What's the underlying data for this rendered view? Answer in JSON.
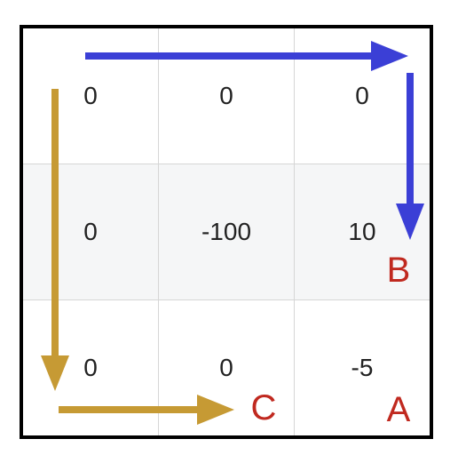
{
  "grid": {
    "rows": [
      [
        "0",
        "0",
        "0"
      ],
      [
        "0",
        "-100",
        "10"
      ],
      [
        "0",
        "0",
        "-5"
      ]
    ]
  },
  "labels": {
    "a": "A",
    "b": "B",
    "c": "C"
  },
  "colors": {
    "blue_arrow": "#3b3fd6",
    "gold_arrow": "#c69a34",
    "label_red": "#c0291f",
    "shaded_row": "#f5f6f7",
    "border": "#000000",
    "gridline": "#d6d6d6"
  }
}
